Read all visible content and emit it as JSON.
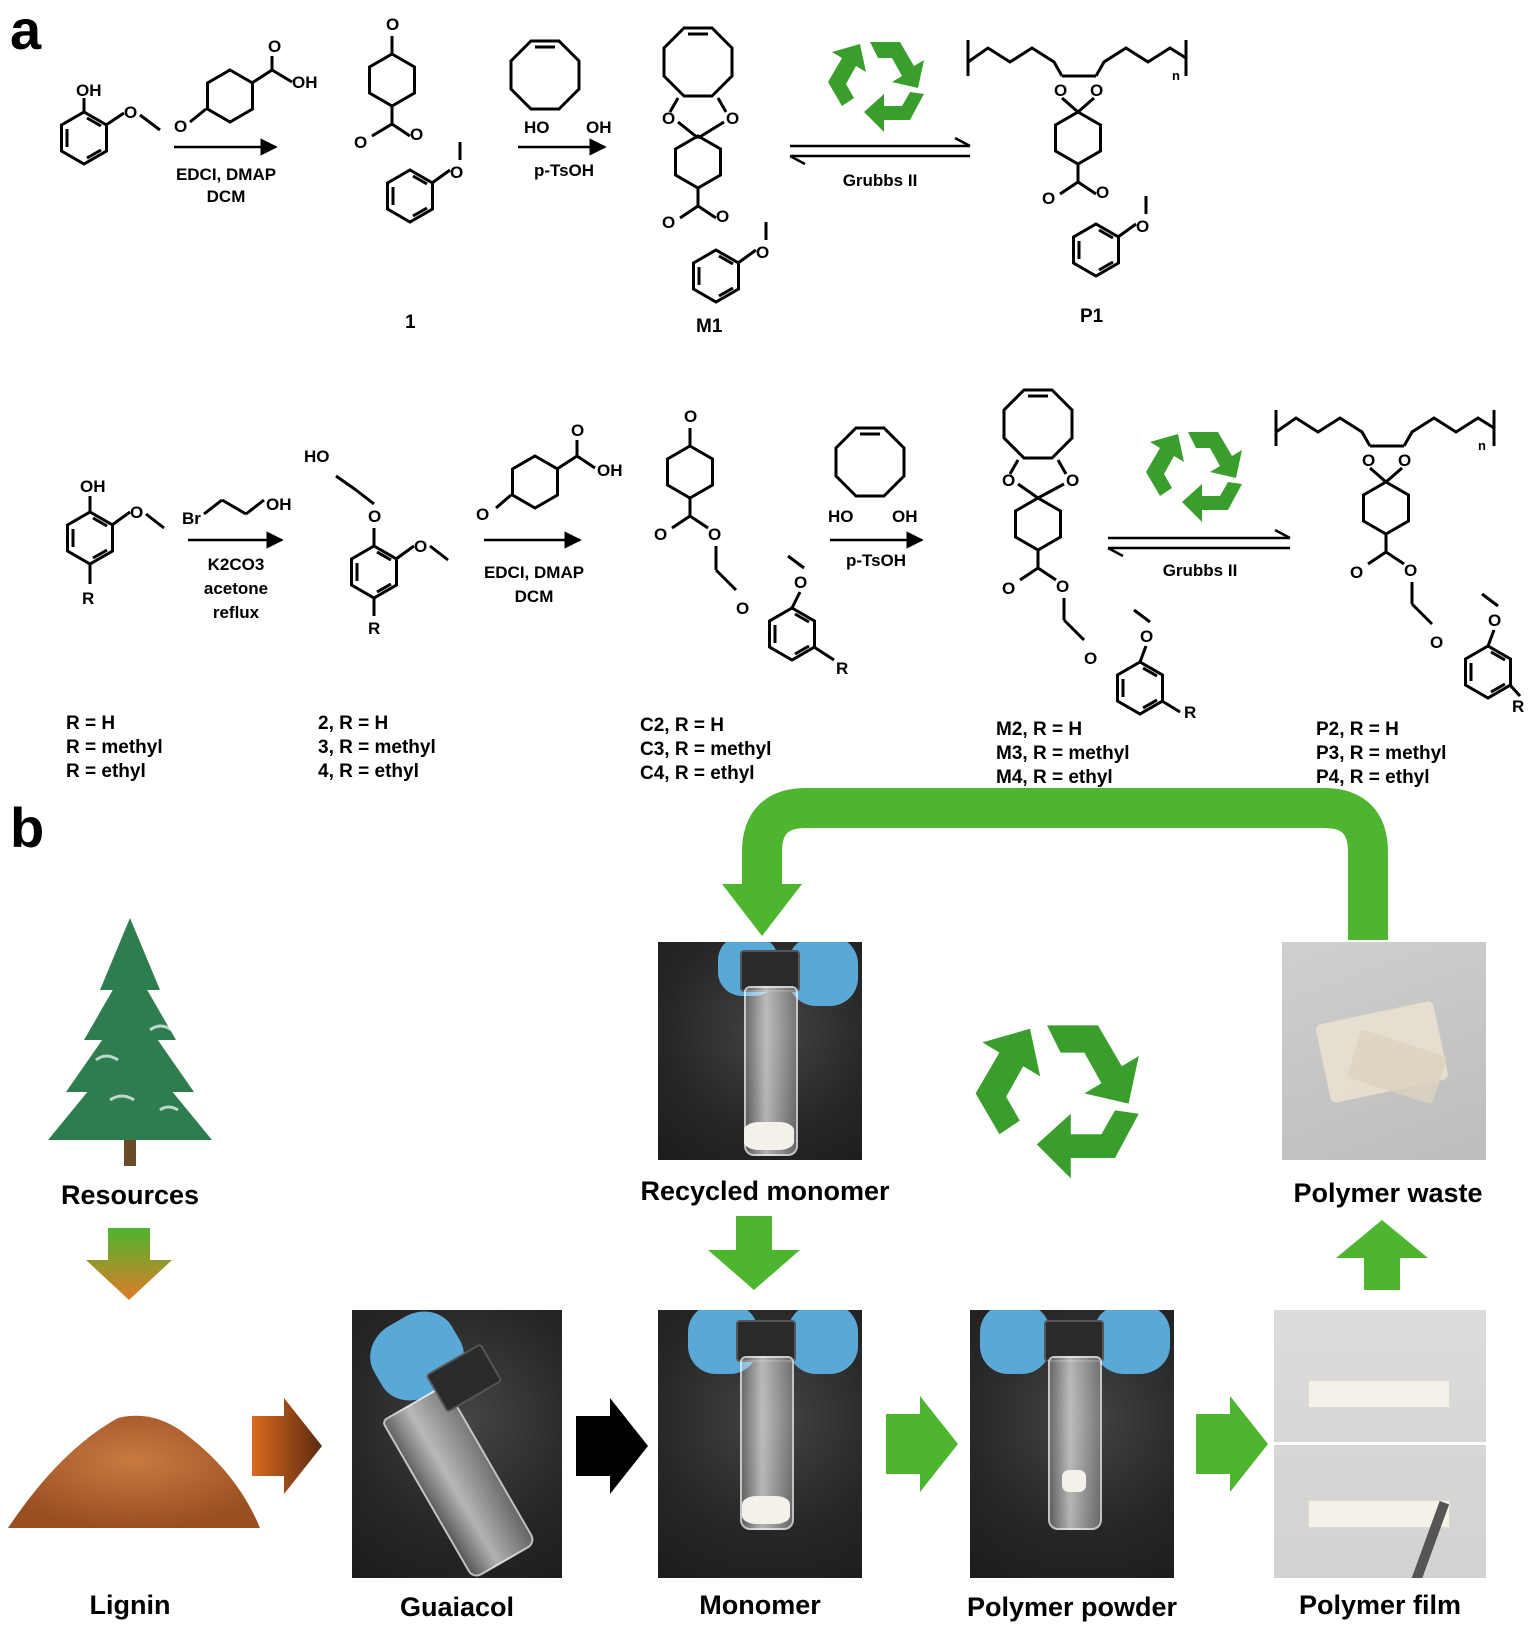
{
  "panel_a": {
    "letter": "a",
    "row1": {
      "reagent_label": "OH",
      "step1_conditions": [
        "EDCI, DMAP",
        "DCM"
      ],
      "step2_conditions": "p-TsOH",
      "step3_catalyst": "Grubbs II",
      "compound_labels": [
        "1",
        "M1",
        "P1"
      ]
    },
    "row2": {
      "step1_reagent": "Br",
      "step1_conditions": [
        "K2CO3",
        "acetone",
        "reflux"
      ],
      "step2_conditions": [
        "EDCI, DMAP",
        "DCM"
      ],
      "step3_conditions": "p-TsOH",
      "step4_catalyst": "Grubbs II",
      "start_r_list": [
        "R = H",
        "R = methyl",
        "R = ethyl"
      ],
      "compounds_2_4": [
        "2, R = H",
        "3, R = methyl",
        "4, R = ethyl"
      ],
      "compounds_c": [
        "C2, R = H",
        "C3, R = methyl",
        "C4, R = ethyl"
      ],
      "compounds_m": [
        "M2, R = H",
        "M3, R = methyl",
        "M4, R = ethyl"
      ],
      "compounds_p": [
        "P2, R = H",
        "P3, R = methyl",
        "P4, R = ethyl"
      ]
    }
  },
  "panel_b": {
    "letter": "b",
    "stages": {
      "resources": "Resources",
      "lignin": "Lignin",
      "guaiacol": "Guaiacol",
      "monomer": "Monomer",
      "polymer_powder": "Polymer powder",
      "polymer_film": "Polymer film",
      "polymer_waste": "Polymer waste",
      "recycled_monomer": "Recycled monomer"
    }
  },
  "colors": {
    "green_arrow": "#4db52e",
    "recycle_green": "#3a9e2c",
    "tree_green": "#2e7d4f",
    "lignin_brown": "#b5652f",
    "black_arrow": "#000000",
    "glove_blue": "#5aa8d6"
  }
}
